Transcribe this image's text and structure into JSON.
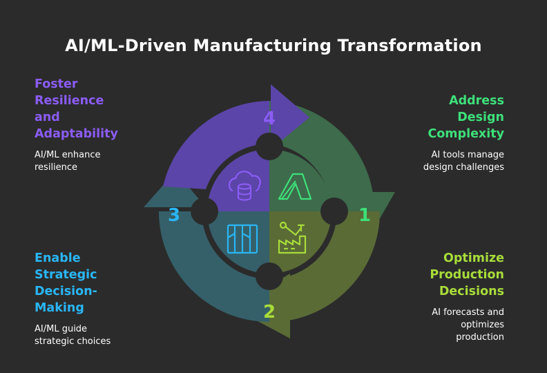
{
  "title": "AI/ML-Driven Manufacturing Transformation",
  "steps": [
    {
      "number": "1",
      "heading": [
        "Address",
        "Design",
        "Complexity"
      ],
      "description": [
        "AI tools manage",
        "design challenges"
      ],
      "color": "#3ee07a",
      "fill": "#3d6b4b",
      "icon": "autodesk-logo-icon"
    },
    {
      "number": "2",
      "heading": [
        "Optimize",
        "Production",
        "Decisions"
      ],
      "description": [
        "AI forecasts and",
        "optimizes",
        "production"
      ],
      "color": "#a8dc3a",
      "fill": "#5a6b36",
      "icon": "factory-robot-arm-icon"
    },
    {
      "number": "3",
      "heading": [
        "Enable",
        "Strategic",
        "Decision-",
        "Making"
      ],
      "description": [
        "AI/ML guide",
        "strategic choices"
      ],
      "color": "#29b6f6",
      "fill": "#35606a",
      "icon": "server-rack-icon"
    },
    {
      "number": "4",
      "heading": [
        "Foster",
        "Resilience",
        "and",
        "Adaptability"
      ],
      "description": [
        "AI/ML enhance",
        "resilience"
      ],
      "color": "#8b5cf6",
      "fill": "#5b45a8",
      "icon": "cloud-database-icon"
    }
  ]
}
